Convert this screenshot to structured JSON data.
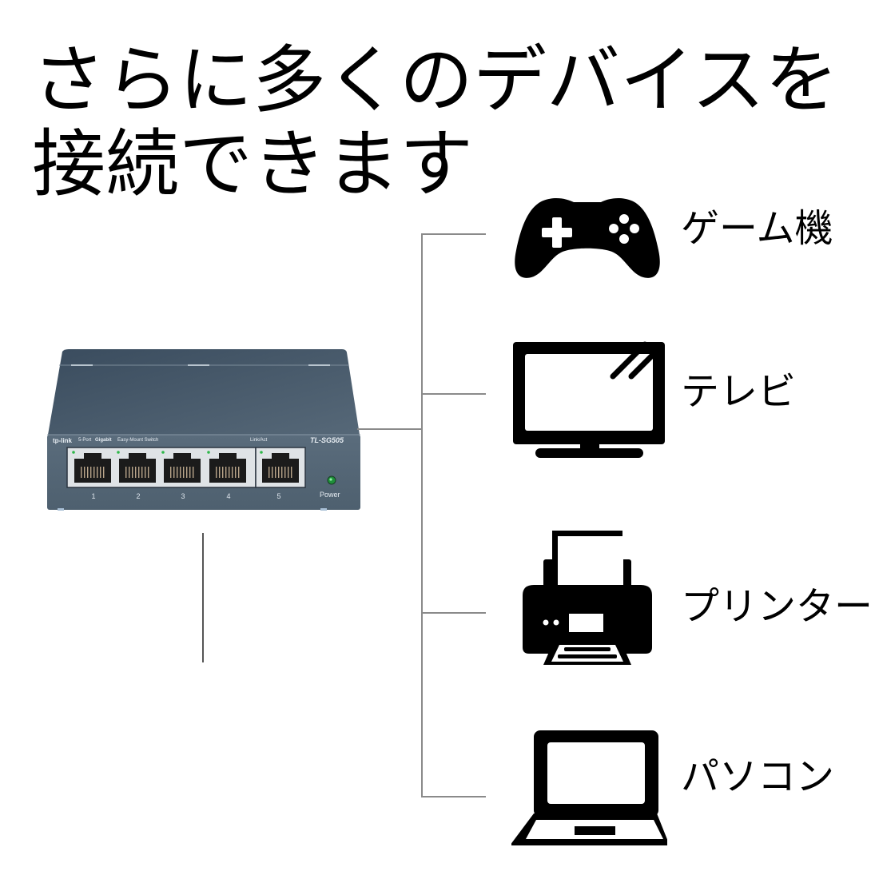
{
  "headline": {
    "line1": "さらに多くのデバイスを",
    "line2": "接続できます"
  },
  "switch": {
    "brand": "tp-link",
    "description_prefix": "5-Port",
    "description_bold": "Gigabit",
    "description_suffix": "Easy-Mount Switch",
    "model": "TL-SG505",
    "link_act_label": "Link/Act",
    "power_label": "Power",
    "ports": [
      "1",
      "2",
      "3",
      "4",
      "5"
    ],
    "body_color": "#4a5a6a",
    "led_color": "#2fb84a"
  },
  "devices": [
    {
      "label": "ゲーム機",
      "icon": "gamepad-icon"
    },
    {
      "label": "テレビ",
      "icon": "tv-icon"
    },
    {
      "label": "プリンター",
      "icon": "printer-icon"
    },
    {
      "label": "パソコン",
      "icon": "laptop-icon"
    }
  ],
  "colors": {
    "connector_line": "#8a8a8a",
    "icon_fill": "#000000",
    "text": "#000000"
  }
}
